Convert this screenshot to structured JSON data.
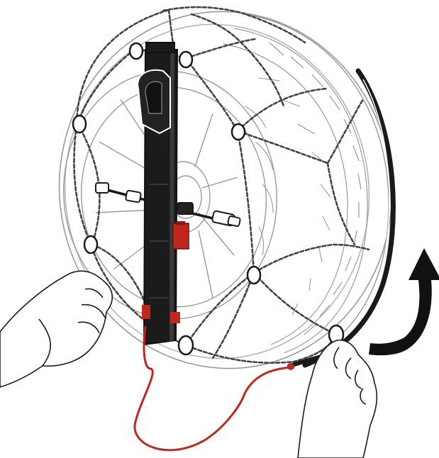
{
  "illustration": {
    "subject": "snow-chain-mounting-step",
    "parts": [
      "tire",
      "wheel-rim",
      "snow-chain",
      "mounting-bar",
      "tension-cable",
      "hands",
      "rotation-arrow"
    ],
    "colors": {
      "outline": "#1a1a1a",
      "tire_line": "#9a9a9a",
      "bar": "#1b1b1b",
      "accent": "#c0271e",
      "cable": "#c0271e",
      "arrow": "#111111",
      "background": "#ffffff"
    }
  }
}
